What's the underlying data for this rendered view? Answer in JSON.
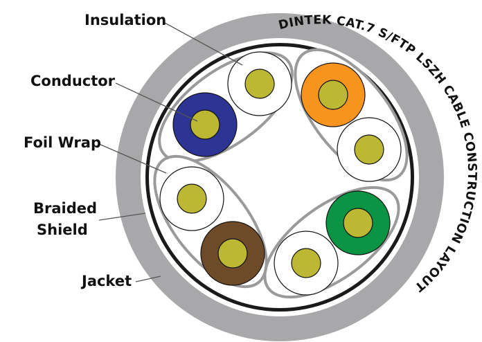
{
  "diagram": {
    "curved_title": "DINTEK CAT.7 S/FTP LSZH CABLE CONSTRUCTION LAYOUT",
    "callouts": {
      "insulation": "Insulation",
      "conductor": "Conductor",
      "foil_wrap": "Foil Wrap",
      "braided_shield_line1": "Braided",
      "braided_shield_line2": "Shield",
      "jacket": "Jacket"
    },
    "colors": {
      "jacket": "#a8a8aa",
      "braided_shield": "#1a1a1a",
      "foil_wrap": "#9a9a9a",
      "conductor": "#bdb833",
      "insulation_white": "#ffffff",
      "pair_blue": "#2c3593",
      "pair_orange": "#f7941e",
      "pair_green": "#0b9444",
      "pair_brown": "#6d4a28"
    },
    "pairs": [
      {
        "name": "blue",
        "colored_insulation": "#2c3593"
      },
      {
        "name": "orange",
        "colored_insulation": "#f7941e"
      },
      {
        "name": "green",
        "colored_insulation": "#0b9444"
      },
      {
        "name": "brown",
        "colored_insulation": "#6d4a28"
      }
    ]
  }
}
